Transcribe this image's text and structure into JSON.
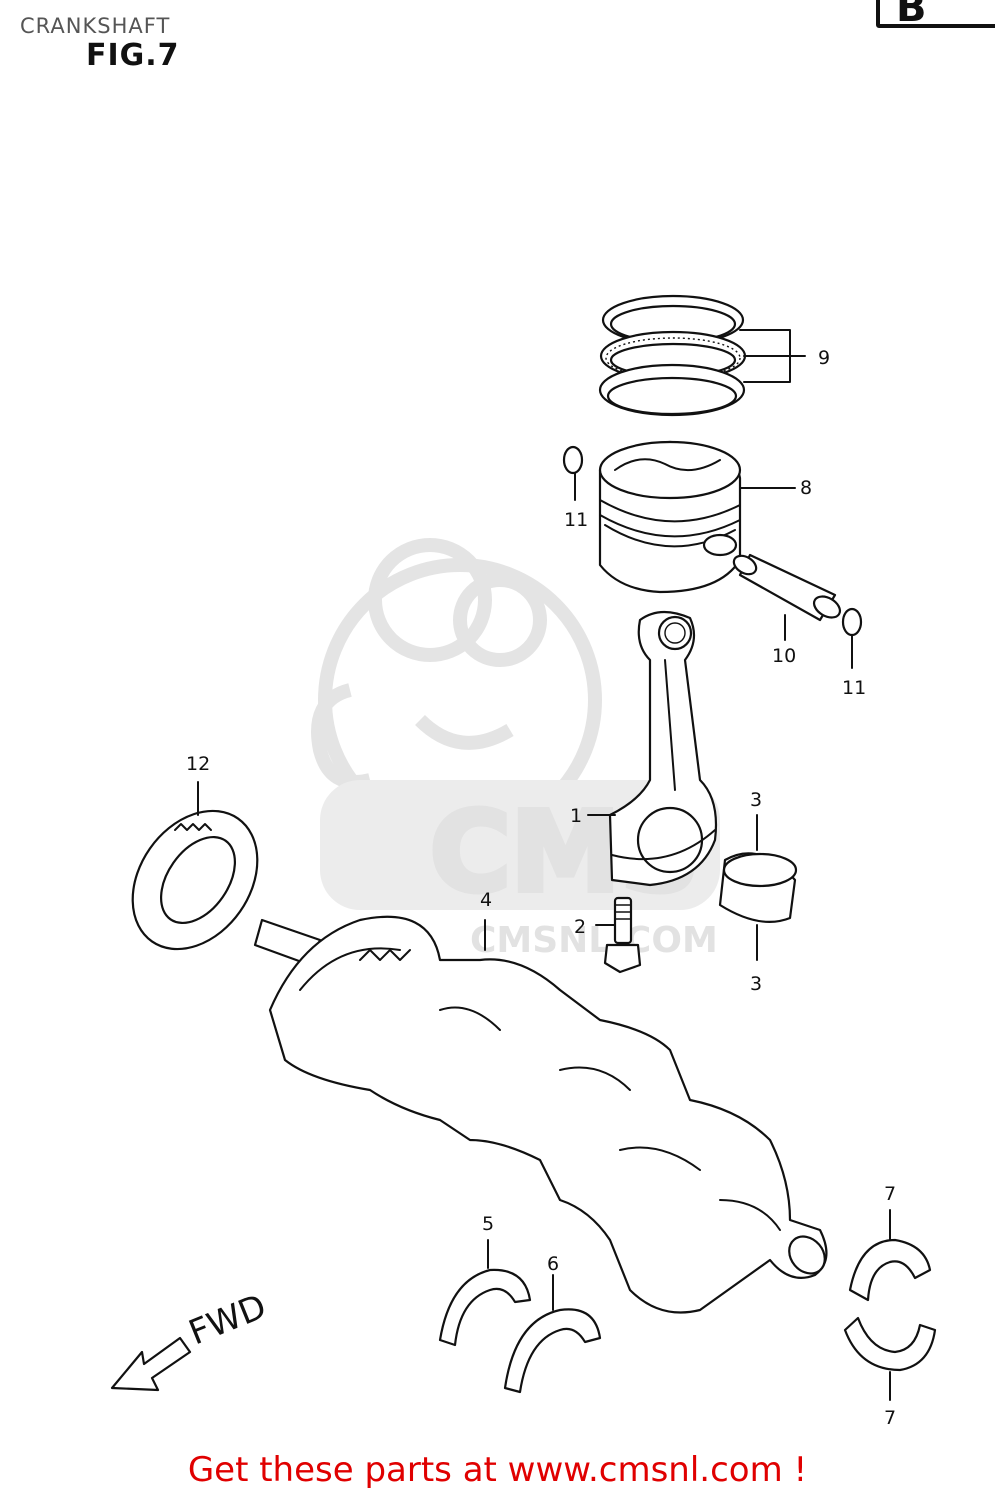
{
  "header": {
    "title": "CRANKSHAFT",
    "figure": "FIG.7",
    "section_badge": "B"
  },
  "watermark": {
    "logo_text": "CMS",
    "url_text": "CMSNL.COM"
  },
  "parts": {
    "p1": "1",
    "p2": "2",
    "p3a": "3",
    "p3b": "3",
    "p4": "4",
    "p5": "5",
    "p6": "6",
    "p7a": "7",
    "p7b": "7",
    "p8": "8",
    "p9": "9",
    "p10": "10",
    "p11a": "11",
    "p11b": "11",
    "p12": "12"
  },
  "direction": "FWD",
  "footer": {
    "link_text": "Get these parts at www.cmsnl.com !",
    "link_color": "#e00000"
  }
}
